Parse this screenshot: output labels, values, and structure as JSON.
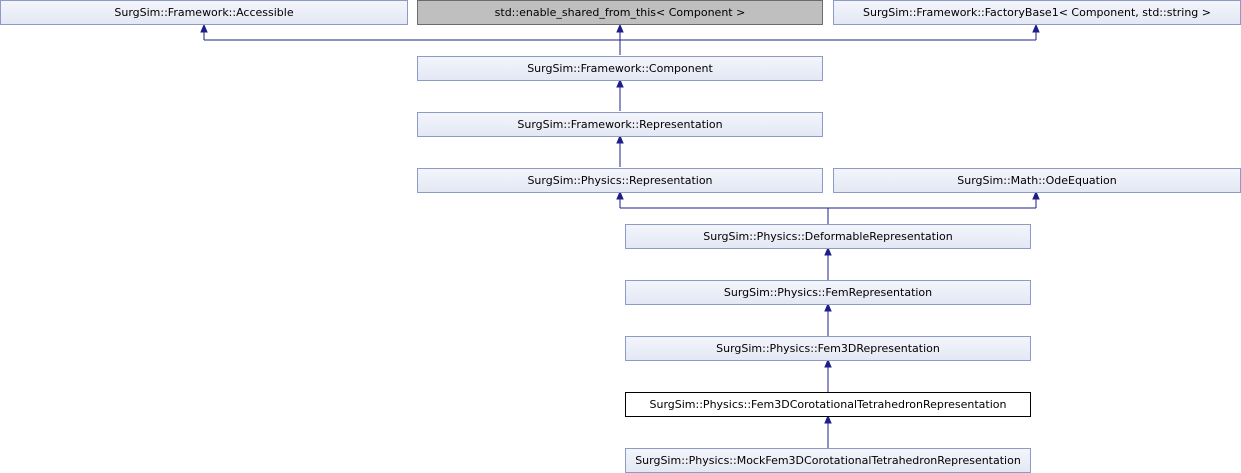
{
  "nodes": {
    "accessible": "SurgSim::Framework::Accessible",
    "enable_shared": "std::enable_shared_from_this< Component >",
    "factory_base": "SurgSim::Framework::FactoryBase1< Component, std::string >",
    "component": "SurgSim::Framework::Component",
    "fw_representation": "SurgSim::Framework::Representation",
    "phys_representation": "SurgSim::Physics::Representation",
    "ode_equation": "SurgSim::Math::OdeEquation",
    "deformable": "SurgSim::Physics::DeformableRepresentation",
    "fem": "SurgSim::Physics::FemRepresentation",
    "fem3d": "SurgSim::Physics::Fem3DRepresentation",
    "fem3d_corot_tet": "SurgSim::Physics::Fem3DCorotationalTetrahedronRepresentation",
    "mock_fem3d_corot_tet": "SurgSim::Physics::MockFem3DCorotationalTetrahedronRepresentation"
  },
  "colors": {
    "node_fill": "#e8ecf6",
    "node_border": "#8c9ac6",
    "external_node_fill": "#bfbfbf",
    "current_node_fill": "#ffffff",
    "edge": "#1d1f8a"
  }
}
